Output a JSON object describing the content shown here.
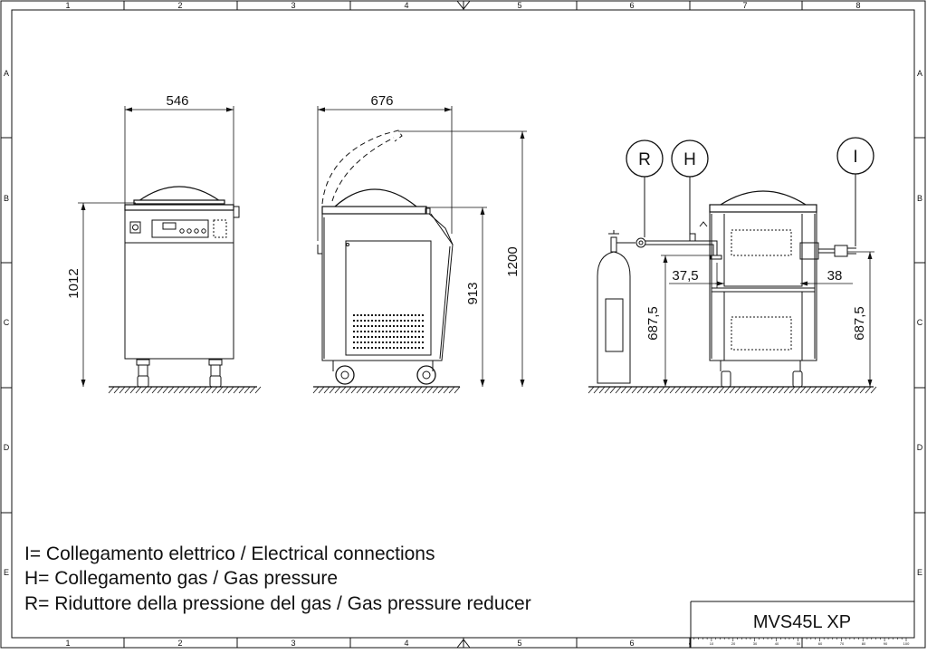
{
  "frame": {
    "columns": [
      "1",
      "2",
      "3",
      "4",
      "5",
      "6",
      "7",
      "8"
    ],
    "rows": [
      "A",
      "B",
      "C",
      "D",
      "E"
    ]
  },
  "dimensions": {
    "front_width": "546",
    "side_width": "676",
    "front_height": "1012",
    "side_lid_height": "913",
    "side_open_height": "1200",
    "offset_gas": "37,5",
    "offset_elec": "38",
    "height_gas": "687,5",
    "height_elec": "687,5"
  },
  "callouts": {
    "reducer": "R",
    "gas": "H",
    "electrical": "I"
  },
  "legend": [
    "I= Collegamento elettrico / Electrical connections",
    "H= Collegamento gas / Gas pressure",
    "R= Riduttore della pressione del gas / Gas pressure reducer"
  ],
  "title_block": {
    "model": "MVS45L XP",
    "scale_marks": [
      "0",
      "10",
      "20",
      "30",
      "40",
      "50",
      "60",
      "70",
      "80",
      "90",
      "100"
    ]
  }
}
